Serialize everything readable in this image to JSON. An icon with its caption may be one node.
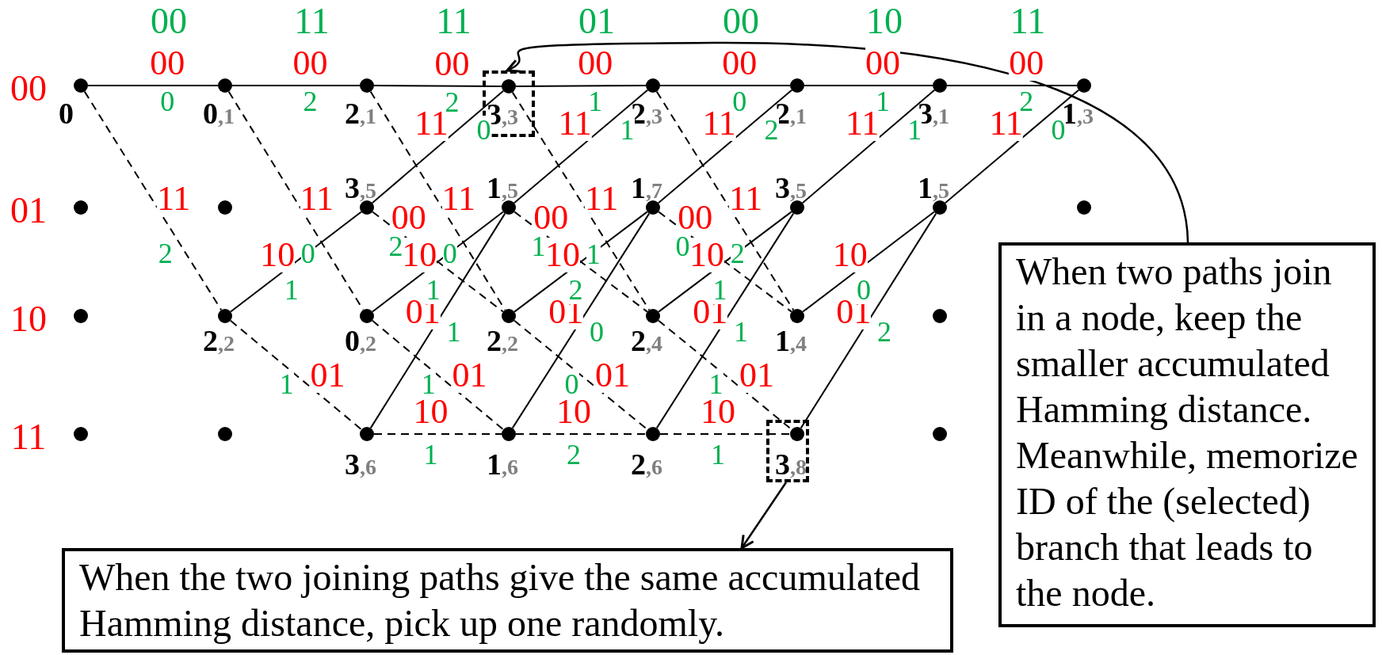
{
  "diagram": {
    "nodes": [
      {
        "text": [],
        "shape": "box"
      },
      {
        "text": [],
        "shape": "box"
      },
      {
        "text": [],
        "shape": "circle",
        "beside": [
          "0"
        ]
      },
      {
        "text": [],
        "shape": "circle",
        "beside": [
          "0",
          ",1"
        ]
      },
      {
        "text": [],
        "shape": "circle",
        "beside": [
          "2",
          ",1"
        ]
      },
      {
        "text": [],
        "shape": "circle",
        "beside": [
          "3",
          ",3"
        ],
        "in": 0
      },
      {
        "text": [],
        "shape": "circle",
        "beside": [
          "2",
          ",3"
        ]
      },
      {
        "text": [],
        "shape": "circle",
        "beside": [
          "2",
          ",1"
        ]
      },
      {
        "text": [],
        "shape": "circle",
        "beside": [
          "3",
          ",1"
        ]
      },
      {
        "text": [],
        "shape": "circle",
        "beside": [
          "1",
          ",3"
        ]
      },
      {
        "text": [],
        "shape": "circle"
      },
      {
        "text": [],
        "shape": "circle"
      },
      {
        "text": [],
        "shape": "circle",
        "beside": [
          "3",
          ",5"
        ]
      },
      {
        "text": [],
        "shape": "circle",
        "beside": [
          "1",
          ",5"
        ]
      },
      {
        "text": [],
        "shape": "circle",
        "beside": [
          "1",
          ",7"
        ]
      },
      {
        "text": [],
        "shape": "circle",
        "beside": [
          "3",
          ",5"
        ]
      },
      {
        "text": [],
        "shape": "circle",
        "beside": [
          "1",
          ",5"
        ]
      },
      {
        "text": [],
        "shape": "circle"
      },
      {
        "text": [],
        "shape": "circle"
      },
      {
        "text": [],
        "shape": "circle",
        "beside": [
          "2",
          ",2"
        ]
      },
      {
        "text": [],
        "shape": "circle",
        "beside": [
          "0",
          ",2"
        ]
      },
      {
        "text": [],
        "shape": "circle",
        "beside": [
          "2",
          ",2"
        ]
      },
      {
        "text": [],
        "shape": "circle",
        "beside": [
          "2",
          ",4"
        ]
      },
      {
        "text": [],
        "shape": "circle",
        "beside": [
          "1",
          ",4"
        ]
      },
      {
        "text": [],
        "shape": "circle"
      },
      {
        "text": [],
        "shape": "circle"
      },
      {
        "text": [],
        "shape": "circle"
      },
      {
        "text": [],
        "shape": "circle",
        "beside": [
          "3",
          ",6"
        ]
      },
      {
        "text": [],
        "shape": "circle",
        "beside": [
          "1",
          ",6"
        ]
      },
      {
        "text": [],
        "shape": "circle",
        "beside": [
          "2",
          ",6"
        ]
      },
      {
        "text": [],
        "shape": "circle",
        "beside": [
          "3",
          ",8"
        ],
        "in": 1
      },
      {
        "text": [],
        "shape": "circle"
      },
      {
        "text": [
          "When two paths join in a node, keep the smaller accumulated Hamming distance. Meanwhile, memorize ID of the (selected) branch that leads to the node."
        ]
      },
      {
        "text": [
          "When the two joining paths give the same accumulated Hamming distance, pick up one randomly."
        ]
      }
    ],
    "edges": [
      {
        "from": 2,
        "to": 3,
        "arrow": "none",
        "label": "00"
      },
      {
        "from": 2,
        "to": 19,
        "arrow": "none",
        "label": "11",
        "style": "dashed"
      },
      {
        "from": 3,
        "to": 4,
        "arrow": "none",
        "label": "00"
      },
      {
        "from": 3,
        "to": 20,
        "arrow": "none",
        "label": "11",
        "style": "dashed"
      },
      {
        "from": 19,
        "to": 12,
        "arrow": "none",
        "label": "10"
      },
      {
        "from": 19,
        "to": 27,
        "arrow": "none",
        "label": "01",
        "style": "dashed"
      },
      {
        "from": 4,
        "to": 5,
        "arrow": "none",
        "label": "00"
      },
      {
        "from": 4,
        "to": 21,
        "arrow": "none",
        "label": "11",
        "style": "dashed"
      },
      {
        "from": 12,
        "to": 5,
        "arrow": "none",
        "label": "11"
      },
      {
        "from": 12,
        "to": 21,
        "arrow": "none",
        "label": "00",
        "style": "dashed"
      },
      {
        "from": 20,
        "to": 13,
        "arrow": "none",
        "label": "10"
      },
      {
        "from": 20,
        "to": 28,
        "arrow": "none",
        "label": "01",
        "style": "dashed"
      },
      {
        "from": 27,
        "to": 13,
        "arrow": "none",
        "label": "01"
      },
      {
        "from": 27,
        "to": 28,
        "arrow": "none",
        "label": "10",
        "style": "dashed"
      },
      {
        "from": 5,
        "to": 6,
        "arrow": "none",
        "label": "00"
      },
      {
        "from": 5,
        "to": 22,
        "arrow": "none",
        "label": "11",
        "style": "dashed"
      },
      {
        "from": 13,
        "to": 6,
        "arrow": "none",
        "label": "11"
      },
      {
        "from": 13,
        "to": 22,
        "arrow": "none",
        "label": "00",
        "style": "dashed"
      },
      {
        "from": 21,
        "to": 14,
        "arrow": "none",
        "label": "10"
      },
      {
        "from": 21,
        "to": 29,
        "arrow": "none",
        "label": "01",
        "style": "dashed"
      },
      {
        "from": 28,
        "to": 14,
        "arrow": "none",
        "label": "01"
      },
      {
        "from": 28,
        "to": 29,
        "arrow": "none",
        "label": "10",
        "style": "dashed"
      },
      {
        "from": 6,
        "to": 7,
        "arrow": "none",
        "label": "00"
      },
      {
        "from": 6,
        "to": 23,
        "arrow": "none",
        "label": "11",
        "style": "dashed"
      },
      {
        "from": 14,
        "to": 7,
        "arrow": "none",
        "label": "11"
      },
      {
        "from": 14,
        "to": 23,
        "arrow": "none",
        "label": "00",
        "style": "dashed"
      },
      {
        "from": 22,
        "to": 15,
        "arrow": "none",
        "label": "10"
      },
      {
        "from": 22,
        "to": 30,
        "arrow": "none",
        "label": "01",
        "style": "dashed"
      },
      {
        "from": 29,
        "to": 15,
        "arrow": "none",
        "label": "01"
      },
      {
        "from": 29,
        "to": 30,
        "arrow": "none",
        "label": "10",
        "style": "dashed"
      },
      {
        "from": 7,
        "to": 8,
        "arrow": "none",
        "label": "00"
      },
      {
        "from": 15,
        "to": 8,
        "arrow": "none",
        "label": "11"
      },
      {
        "from": 23,
        "to": 16,
        "arrow": "none",
        "label": "10"
      },
      {
        "from": 30,
        "to": 16,
        "arrow": "none",
        "label": "01"
      },
      {
        "from": 8,
        "to": 9,
        "arrow": "none",
        "label": "00"
      },
      {
        "from": 16,
        "to": 9,
        "arrow": "none",
        "label": "11"
      },
      {
        "from": 32,
        "to": 0,
        "arrow": "to"
      },
      {
        "from": 1,
        "to": 33,
        "arrow": "to"
      }
    ],
    "labels": [
      "00",
      "11",
      "11",
      "01",
      "00",
      "10",
      "11",
      "00",
      "01",
      "10",
      "11",
      "0",
      "2",
      "2",
      "0",
      "1",
      "1",
      "2",
      "0",
      "0",
      "2",
      "1",
      "1",
      "1",
      "1",
      "1",
      "1",
      "1",
      "1",
      "2",
      "0",
      "0",
      "2",
      "0",
      "2",
      "2",
      "0",
      "1",
      "1",
      "1",
      "1",
      "1",
      "1",
      "0",
      "2",
      "2",
      "0"
    ]
  }
}
